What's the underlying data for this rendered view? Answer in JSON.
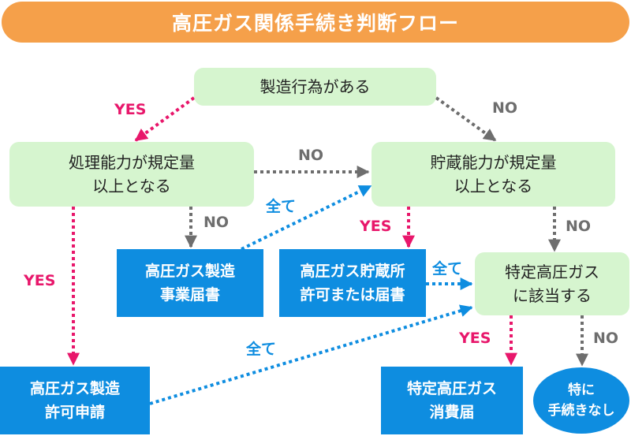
{
  "title": "高圧ガス関係手続き判断フロー",
  "nodes": {
    "start": "製造行為がある",
    "processing_l1": "処理能力が規定量",
    "processing_l2": "以上となる",
    "storage_l1": "貯蔵能力が規定量",
    "storage_l2": "以上となる",
    "special_l1": "特定高圧ガス",
    "special_l2": "に該当する",
    "mfg_notify_l1": "高圧ガス製造",
    "mfg_notify_l2": "事業届書",
    "storage_permit_l1": "高圧ガス貯蔵所",
    "storage_permit_l2": "許可または届書",
    "mfg_permit_l1": "高圧ガス製造",
    "mfg_permit_l2": "許可申請",
    "consumption_l1": "特定高圧ガス",
    "consumption_l2": "消費届",
    "none_l1": "特に",
    "none_l2": "手続きなし"
  },
  "edge_labels": {
    "yes": "YES",
    "no": "NO",
    "all": "全て"
  },
  "colors": {
    "banner": "#f5a04a",
    "decision": "#d6f5cf",
    "result": "#0e8de0",
    "yes": "#e8176b",
    "no": "#6e6e6e",
    "all": "#0e8de0"
  }
}
